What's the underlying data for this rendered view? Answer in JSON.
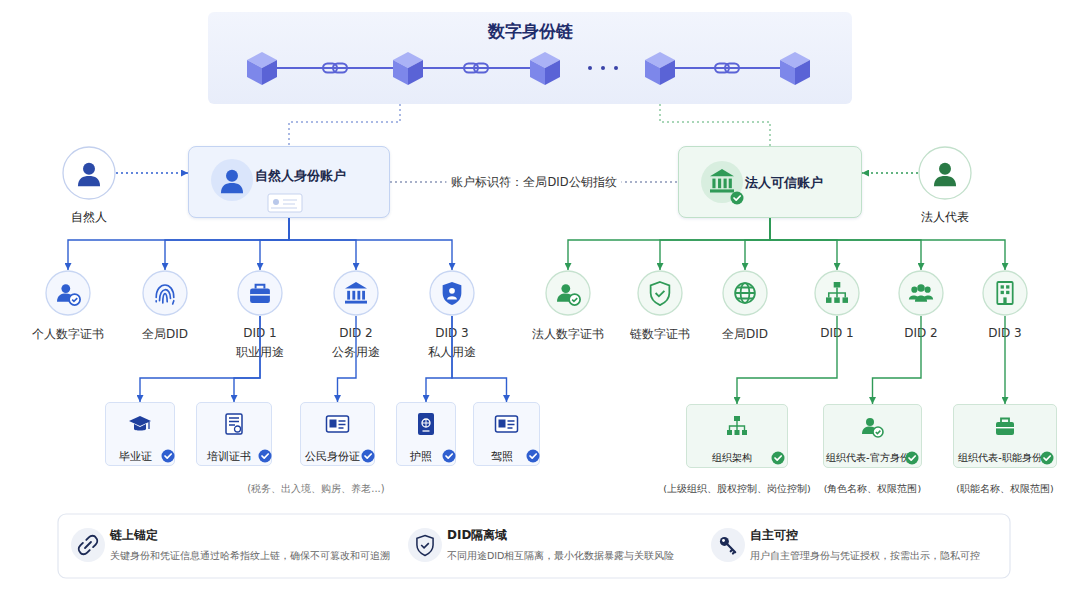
{
  "diagram": {
    "nodes": [
      {
        "text": [
          "数字身份链"
        ]
      },
      {
        "text": [
          "自然人"
        ]
      },
      {
        "text": [
          "自然人身份账户"
        ]
      },
      {
        "text": [
          "法人可信账户"
        ]
      },
      {
        "text": [
          "法人代表"
        ]
      },
      {
        "text": [
          "个人数字证书"
        ]
      },
      {
        "text": [
          "全局DID"
        ]
      },
      {
        "text": [
          "DID 1",
          "职业用途"
        ]
      },
      {
        "text": [
          "DID 2",
          "公务用途"
        ]
      },
      {
        "text": [
          "DID 3",
          "私人用途"
        ]
      },
      {
        "text": [
          "法人数字证书"
        ]
      },
      {
        "text": [
          "链数字证书"
        ]
      },
      {
        "text": [
          "全局DID"
        ]
      },
      {
        "text": [
          "DID 1"
        ]
      },
      {
        "text": [
          "DID 2"
        ]
      },
      {
        "text": [
          "DID 3"
        ]
      },
      {
        "text": [
          "毕业证"
        ]
      },
      {
        "text": [
          "培训证书"
        ]
      },
      {
        "text": [
          "公民身份证"
        ]
      },
      {
        "text": [
          "护照"
        ]
      },
      {
        "text": [
          "驾照"
        ]
      },
      {
        "text": [
          "组织架构",
          "(上级组织、股权控制、岗位控制)"
        ]
      },
      {
        "text": [
          "组织代表-官方身份",
          "(角色名称、权限范围)"
        ]
      },
      {
        "text": [
          "组织代表-职能身份",
          "(职能名称、权限范围)"
        ]
      },
      {
        "text": [
          "链上锚定",
          "关键身份和凭证信息通过哈希指纹上链，确保不可篡改和可追溯"
        ]
      },
      {
        "text": [
          "DID隔离域",
          "不同用途DID相互隔离，最小化数据暴露与关联风险"
        ]
      },
      {
        "text": [
          "自主可控",
          "用户自主管理身份与凭证授权，按需出示，隐私可控"
        ]
      }
    ],
    "edges": [
      {
        "from": 0,
        "to": 2,
        "arrow": "none"
      },
      {
        "from": 0,
        "to": 3,
        "arrow": "none"
      },
      {
        "from": 1,
        "to": 2,
        "arrow": "to"
      },
      {
        "from": 4,
        "to": 3,
        "arrow": "to"
      },
      {
        "from": 2,
        "to": 3,
        "label": "账户标识符：全局DID公钥指纹",
        "arrow": "none"
      },
      {
        "from": 2,
        "to": 5,
        "arrow": "to"
      },
      {
        "from": 2,
        "to": 6,
        "arrow": "to"
      },
      {
        "from": 2,
        "to": 7,
        "arrow": "to"
      },
      {
        "from": 2,
        "to": 8,
        "arrow": "to"
      },
      {
        "from": 2,
        "to": 9,
        "arrow": "to"
      },
      {
        "from": 3,
        "to": 10,
        "arrow": "to"
      },
      {
        "from": 3,
        "to": 11,
        "arrow": "to"
      },
      {
        "from": 3,
        "to": 12,
        "arrow": "to"
      },
      {
        "from": 3,
        "to": 13,
        "arrow": "to"
      },
      {
        "from": 3,
        "to": 14,
        "arrow": "to"
      },
      {
        "from": 3,
        "to": 15,
        "arrow": "to"
      },
      {
        "from": 7,
        "to": 16,
        "arrow": "to"
      },
      {
        "from": 7,
        "to": 17,
        "arrow": "to"
      },
      {
        "from": 8,
        "to": 18,
        "arrow": "to"
      },
      {
        "from": 9,
        "to": 19,
        "arrow": "to"
      },
      {
        "from": 9,
        "to": 20,
        "arrow": "to"
      },
      {
        "from": 13,
        "to": 21,
        "arrow": "to"
      },
      {
        "from": 14,
        "to": 22,
        "arrow": "to"
      },
      {
        "from": 15,
        "to": 23,
        "arrow": "to"
      }
    ],
    "labels": [
      "(税务、出入境、购房、养老...)"
    ]
  }
}
